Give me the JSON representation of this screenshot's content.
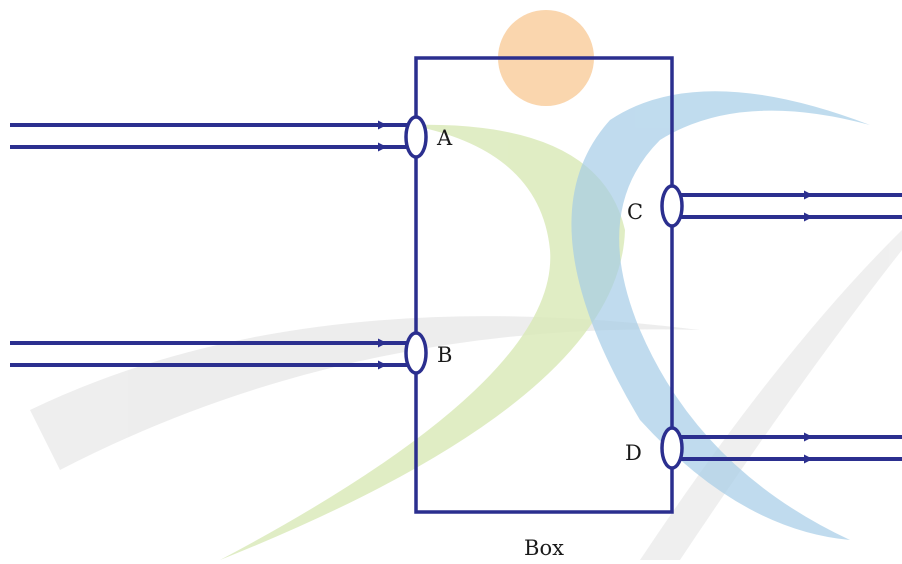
{
  "caption": "Box",
  "ports": {
    "a": "A",
    "b": "B",
    "c": "C",
    "d": "D"
  },
  "colors": {
    "line": "#2b2f8f",
    "watermark_circle": "#f6c48c",
    "watermark_blue": "#8fc0e0",
    "watermark_green": "#d5e6b0",
    "watermark_gray": "#ebebeb"
  }
}
